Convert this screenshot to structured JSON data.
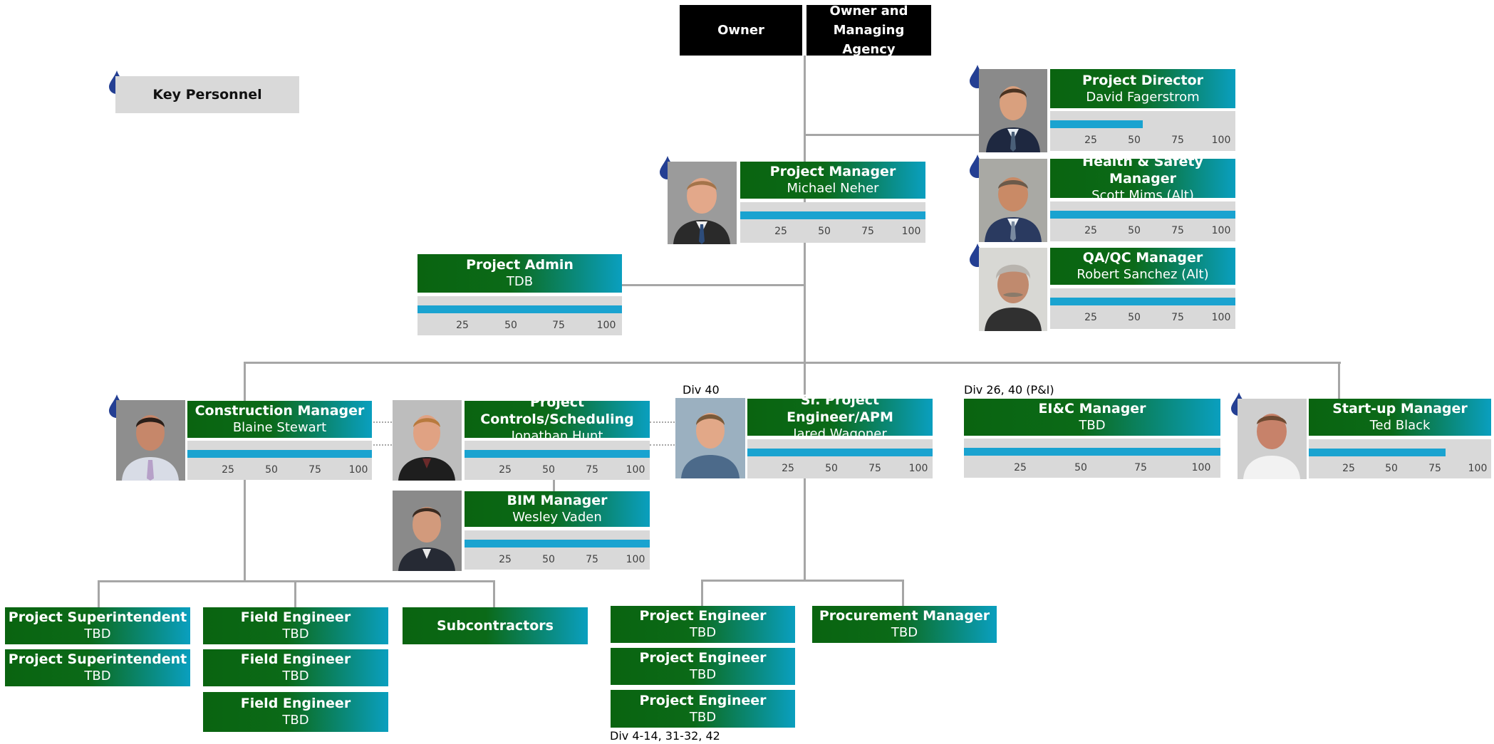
{
  "legend": {
    "label": "Key Personnel"
  },
  "top": {
    "owner": "Owner",
    "agency_line1": "Owner and",
    "agency_line2": "Managing Agency"
  },
  "ticks": [
    "25",
    "50",
    "75",
    "100"
  ],
  "colors": {
    "green": "#0a6410",
    "teal": "#0a9fbf",
    "bar": "#1aa3d0",
    "track": "#d9d9d9",
    "key_drop": "#243f93"
  },
  "people": {
    "project_director": {
      "title": "Project Director",
      "name": "David Fagerstrom",
      "allocation": 0.5,
      "key": true
    },
    "hs_manager": {
      "title": "Health & Safety Manager",
      "name": "Scott Mims (Alt)",
      "allocation": 1.0,
      "key": true
    },
    "qaqc_manager": {
      "title": "QA/QC Manager",
      "name": "Robert Sanchez (Alt)",
      "allocation": 1.0,
      "key": true
    },
    "project_manager": {
      "title": "Project Manager",
      "name": "Michael Neher",
      "allocation": 1.0,
      "key": true
    },
    "project_admin": {
      "title": "Project Admin",
      "name": "TDB",
      "allocation": 1.0
    },
    "construction_manager": {
      "title": "Construction Manager",
      "name": "Blaine Stewart",
      "allocation": 1.0,
      "key": true
    },
    "project_controls": {
      "title": "Project Controls/Scheduling",
      "name": "Jonathan Hunt",
      "allocation": 1.0
    },
    "bim_manager": {
      "title": "BIM Manager",
      "name": "Wesley Vaden",
      "allocation": 1.0
    },
    "sr_project_engineer": {
      "title": "Sr. Project Engineer/APM",
      "name": "Jared Wagoner",
      "allocation": 1.0,
      "note": "Div 40"
    },
    "eic_manager": {
      "title": "EI&C Manager",
      "name": "TBD",
      "allocation": 1.0,
      "note": "Div 26, 40 (P&I)"
    },
    "startup_manager": {
      "title": "Start-up Manager",
      "name": "Ted Black",
      "allocation": 0.75,
      "key": true
    }
  },
  "field": {
    "superintendent_1": {
      "title": "Project Superintendent",
      "name": "TBD"
    },
    "superintendent_2": {
      "title": "Project Superintendent",
      "name": "TBD"
    },
    "field_engineer_1": {
      "title": "Field Engineer",
      "name": "TBD"
    },
    "field_engineer_2": {
      "title": "Field Engineer",
      "name": "TBD"
    },
    "field_engineer_3": {
      "title": "Field Engineer",
      "name": "TBD"
    },
    "subcontractors": {
      "title": "Subcontractors"
    },
    "project_engineer_1": {
      "title": "Project Engineer",
      "name": "TBD"
    },
    "project_engineer_2": {
      "title": "Project Engineer",
      "name": "TBD"
    },
    "project_engineer_3": {
      "title": "Project Engineer",
      "name": "TBD"
    },
    "procurement_manager": {
      "title": "Procurement Manager",
      "name": "TBD"
    },
    "engineering_note": "Div 4-14, 31-32, 42"
  }
}
